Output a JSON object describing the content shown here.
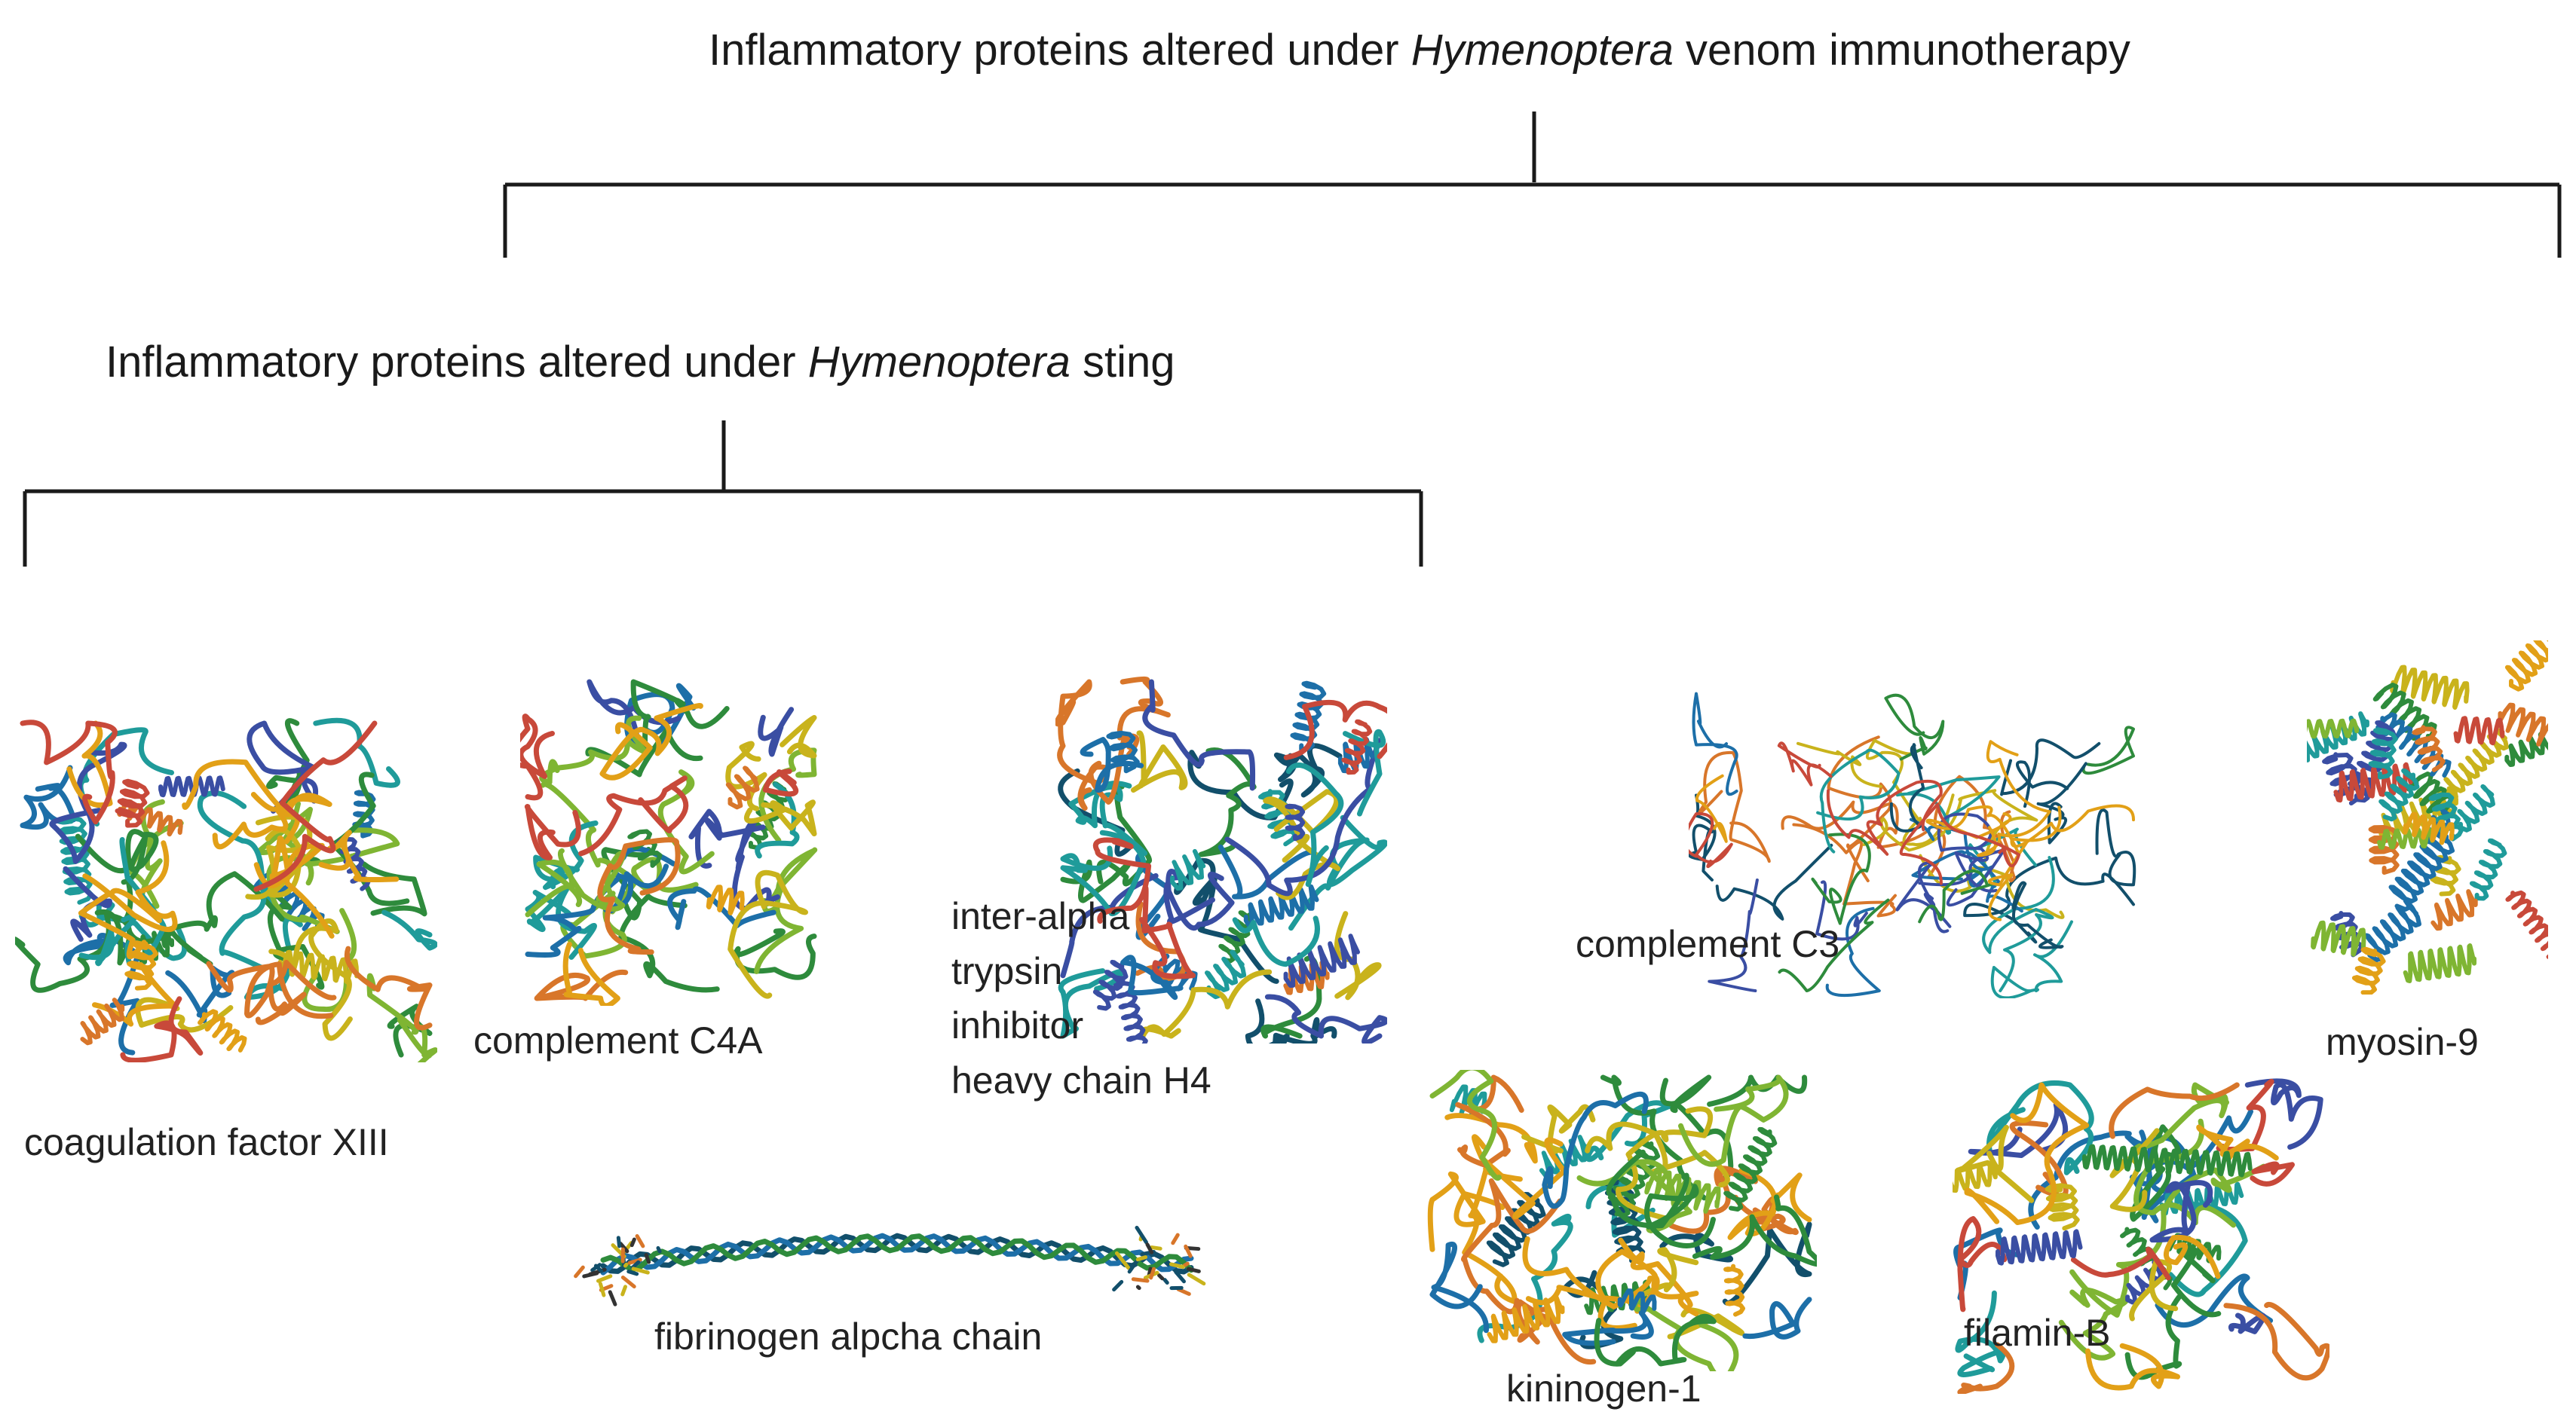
{
  "top_heading": {
    "prefix": "Inflammatory proteins altered under ",
    "italic": "Hymenoptera",
    "suffix": " venom immunotherapy"
  },
  "sub_heading": {
    "prefix": "Inflammatory proteins altered under ",
    "italic": "Hymenoptera",
    "suffix": " sting"
  },
  "proteins": [
    {
      "id": "coagulation-factor-xiii",
      "label": "coagulation factor XIII",
      "group": "sting"
    },
    {
      "id": "complement-c4a",
      "label": "complement C4A",
      "group": "sting"
    },
    {
      "id": "inter-alpha",
      "label_lines": [
        "inter-alpha",
        "trypsin",
        "inhibitor",
        "heavy chain H4"
      ],
      "group": "sting"
    },
    {
      "id": "fibrinogen",
      "label": "fibrinogen alpcha chain",
      "group": "sting"
    },
    {
      "id": "complement-c3",
      "label": "complement C3",
      "group": "immunotherapy"
    },
    {
      "id": "myosin-9",
      "label": "myosin-9",
      "group": "immunotherapy"
    },
    {
      "id": "kininogen-1",
      "label": "kininogen-1",
      "group": "immunotherapy"
    },
    {
      "id": "filamin-b",
      "label": "filamin-B",
      "group": "immunotherapy"
    }
  ],
  "palette": [
    "#1d6fa8",
    "#1f9b9a",
    "#2e8b3c",
    "#7fb533",
    "#c9b31c",
    "#e2a017",
    "#d8762a",
    "#c8493a",
    "#3a4ea3",
    "#124f6b"
  ]
}
